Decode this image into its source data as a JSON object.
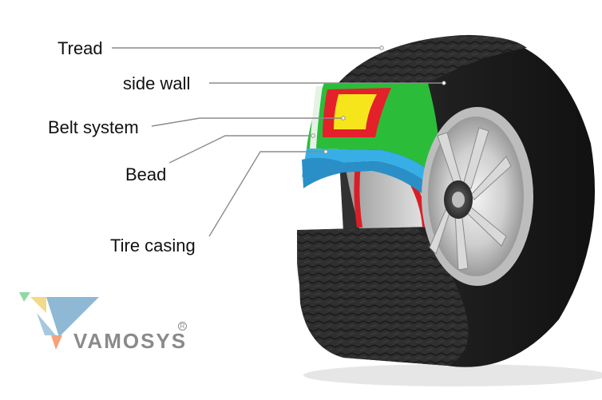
{
  "labels": {
    "tread": "Tread",
    "side_wall": "side wall",
    "belt_system": "Belt system",
    "bead": "Bead",
    "tire_casing": "Tire casing"
  },
  "logo": {
    "brand": "VAMOSYS",
    "registered": "R"
  },
  "colors": {
    "tread_layer": "#2bbd3a",
    "belt_outer": "#e4202a",
    "belt_core": "#f7e51b",
    "bead_layer": "#38aee6",
    "tire_rubber": "#2a2a2a",
    "rim": "#c8c8c8",
    "logo_blue": "#8fb8d4",
    "logo_orange": "#f3a27a",
    "logo_yellow": "#f3d98a",
    "logo_green": "#8fd9a5"
  }
}
